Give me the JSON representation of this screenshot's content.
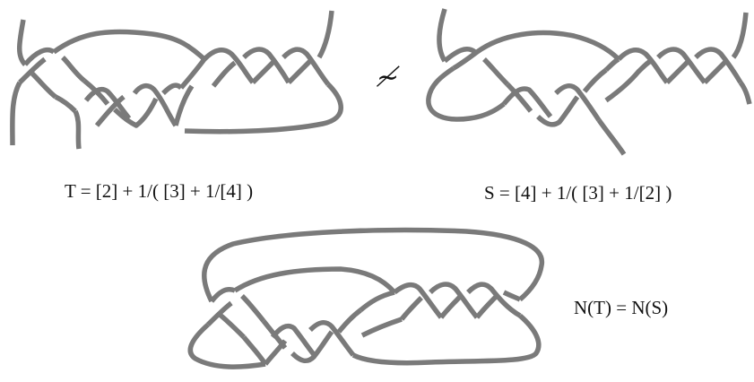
{
  "colors": {
    "strand": "#7a7a7a",
    "text": "#111111",
    "background": "#ffffff"
  },
  "tangle_t": {
    "formula": "T = [2] + 1/( [3] + 1/[4] )"
  },
  "tangle_s": {
    "formula": "S = [4] + 1/( [3] + 1/[2] )"
  },
  "relation_symbol": "≁",
  "numerator": {
    "formula": "N(T) = N(S)"
  }
}
